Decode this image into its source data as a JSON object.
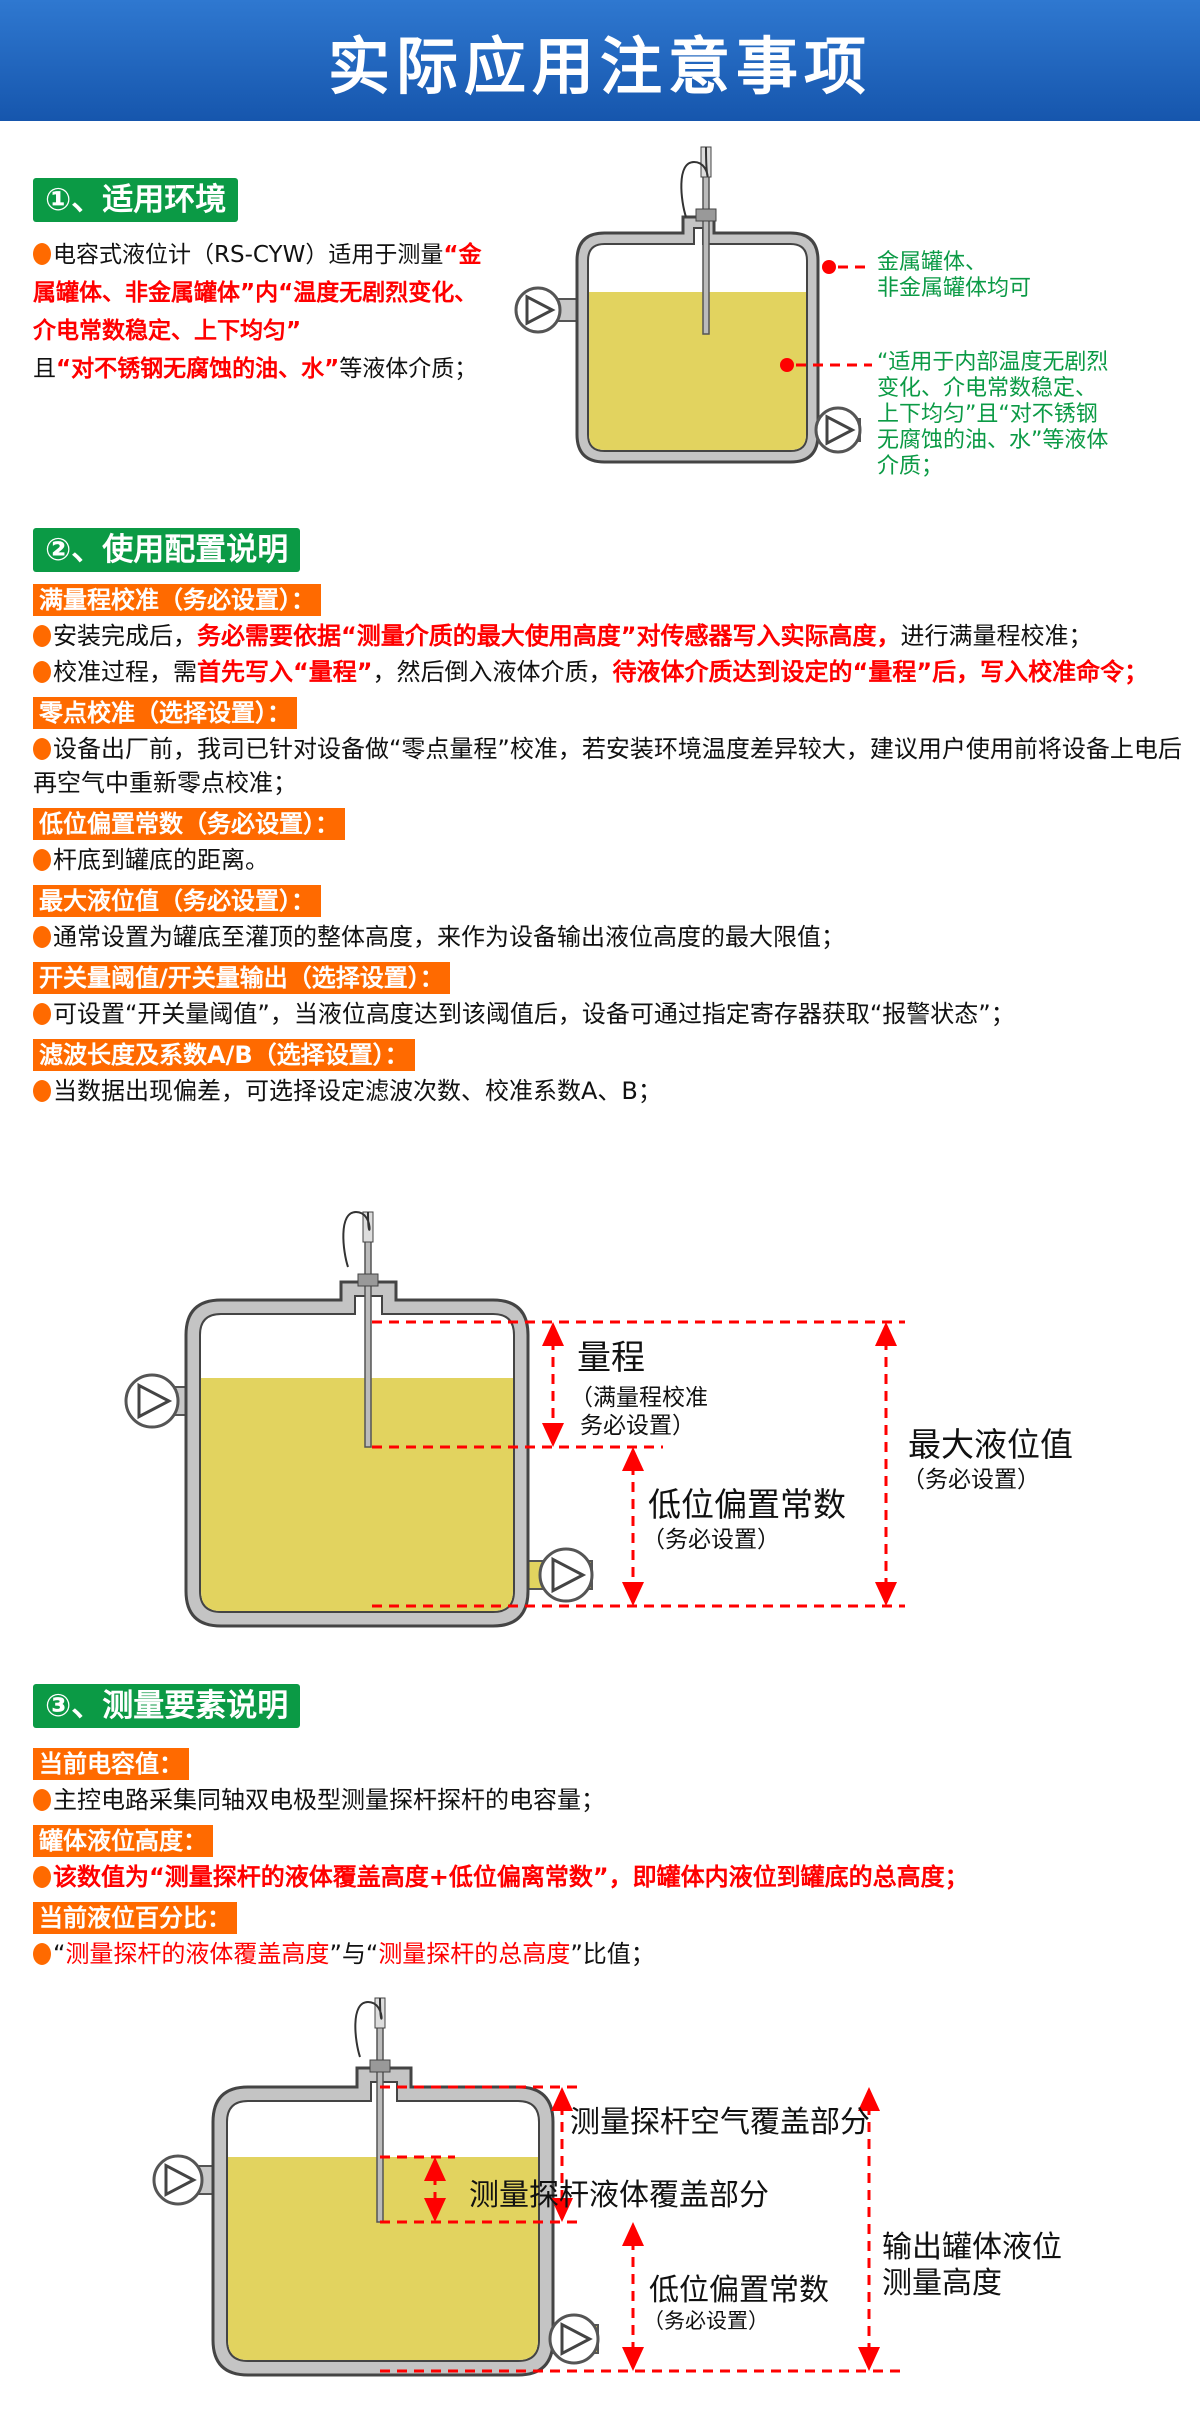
{
  "header": {
    "title": "实际应用注意事项"
  },
  "s1": {
    "title": "①、适用环境",
    "t1": "电容式液位计（RS-CYW）适用于测量",
    "r1": "“金属罐体、非金属罐体”内“温度无剧烈变化、介电常数稳定、上下均匀”",
    "t2": "且",
    "r2": "“对不锈钢无腐蚀的油、水”",
    "t3": "等液体介质；",
    "note1": "金属罐体、\n非金属罐体均可",
    "note2": "“适用于内部温度无剧烈变化、介电常数稳定、上下均匀”且“对不锈钢无腐蚀的油、水”等液体介质；"
  },
  "s2": {
    "title": "②、使用配置说明",
    "items": [
      {
        "tag": "满量程校准（务必设置）：",
        "a": "安装完成后，",
        "b": "务必需要依据“测量介质的最大使用高度”对传感器写入实际高度，",
        "c": "进行满量程校准；"
      },
      {
        "a": "校准过程，需",
        "b": "首先写入“量程”",
        "c": "，然后倒入液体介质，",
        "d": "待液体介质达到设定的“量程”后，写入校准命令；"
      },
      {
        "tag": "零点校准（选择设置）：",
        "a": "设备出厂前，我司已针对设备做“零点量程”校准，若安装环境温度差异较大，建议用户使用前将设备上电后再空气中重新零点校准；"
      },
      {
        "tag": "低位偏置常数（务必设置）：",
        "a": "杆底到罐底的距离。"
      },
      {
        "tag": "最大液位值（务必设置）：",
        "a": "通常设置为罐底至灌顶的整体高度，来作为设备输出液位高度的最大限值；"
      },
      {
        "tag": "开关量阈值/开关量输出（选择设置）：",
        "a": "可设置“开关量阈值”，当液位高度达到该阈值后，设备可通过指定寄存器获取“报警状态”；"
      },
      {
        "tag": "滤波长度及系数A/B（选择设置）：",
        "a": "当数据出现偏差，可选择设定滤波次数、校准系数A、B；"
      }
    ],
    "diagram": {
      "range": "量程",
      "range_sub1": "（满量程校准",
      "range_sub2": "务必设置）",
      "offset": "低位偏置常数",
      "offset_sub": "（务必设置）",
      "max": "最大液位值",
      "max_sub": "（务必设置）"
    }
  },
  "s3": {
    "title": "③、测量要素说明",
    "tag1": "当前电容值：",
    "t1": "主控电路采集同轴双电极型测量探杆探杆的电容量；",
    "tag2": "罐体液位高度：",
    "t2": "该数值为“测量探杆的液体覆盖高度+低位偏离常数”，即罐体内液位到罐底的总高度；",
    "tag3": "当前液位百分比：",
    "t3a": "“",
    "t3b": "测量探杆的液体覆盖高度",
    "t3c": "”与“",
    "t3d": "测量探杆的总高度",
    "t3e": "”比值；",
    "diagram": {
      "air": "测量探杆空气覆盖部分",
      "liquid": "测量探杆液体覆盖部分",
      "offset": "低位偏置常数",
      "offset_sub": "（务必设置）",
      "out1": "输出罐体液位",
      "out2": "测量高度"
    }
  },
  "colors": {
    "green": "#0b9a45",
    "orange": "#ff6a00",
    "red": "#ff0000",
    "liquid": "#e2d35f",
    "header": "#1e65bd"
  }
}
